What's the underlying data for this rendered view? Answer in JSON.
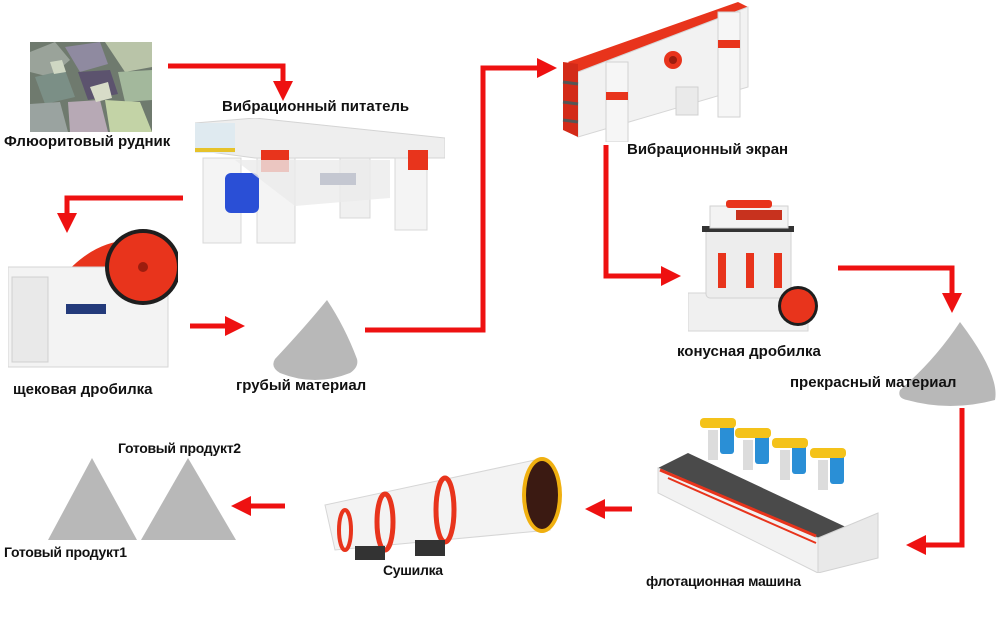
{
  "diagram": {
    "title": "Fluorite ore processing flow",
    "colors": {
      "arrow": "#ee1111",
      "pile": "#b8b8b8",
      "machine_body": "#f2f2f2",
      "machine_accent": "#e8341c",
      "flotation_motor": "#2a8fd6",
      "flotation_cover": "#f4c21a"
    },
    "nodes": [
      {
        "id": "mine",
        "label": "Флюоритовый рудник",
        "icon": "ore-rocks-icon"
      },
      {
        "id": "feeder",
        "label": "Вибрационный питатель",
        "icon": "vibrating-feeder-icon"
      },
      {
        "id": "jaw",
        "label": "щековая дробилка",
        "icon": "jaw-crusher-icon"
      },
      {
        "id": "coarse",
        "label": "грубый материал",
        "icon": "material-pile-icon"
      },
      {
        "id": "screen",
        "label": "Вибрационный экран",
        "icon": "vibrating-screen-icon"
      },
      {
        "id": "cone",
        "label": "конусная дробилка",
        "icon": "cone-crusher-icon"
      },
      {
        "id": "fine",
        "label": "прекрасный материал",
        "icon": "material-pile-icon"
      },
      {
        "id": "flotation",
        "label": "флотационная машина",
        "icon": "flotation-machine-icon"
      },
      {
        "id": "dryer",
        "label": "Сушилка",
        "icon": "rotary-dryer-icon"
      },
      {
        "id": "product2",
        "label": "Готовый продукт2",
        "icon": "product-pile-icon"
      },
      {
        "id": "product1",
        "label": "Готовый продукт1",
        "icon": "product-pile-icon"
      }
    ],
    "edges": [
      {
        "from": "mine",
        "to": "feeder"
      },
      {
        "from": "feeder",
        "to": "jaw"
      },
      {
        "from": "jaw",
        "to": "coarse"
      },
      {
        "from": "coarse",
        "to": "screen"
      },
      {
        "from": "screen",
        "to": "cone"
      },
      {
        "from": "cone",
        "to": "fine"
      },
      {
        "from": "fine",
        "to": "flotation"
      },
      {
        "from": "flotation",
        "to": "dryer"
      },
      {
        "from": "dryer",
        "to": "products"
      }
    ]
  }
}
